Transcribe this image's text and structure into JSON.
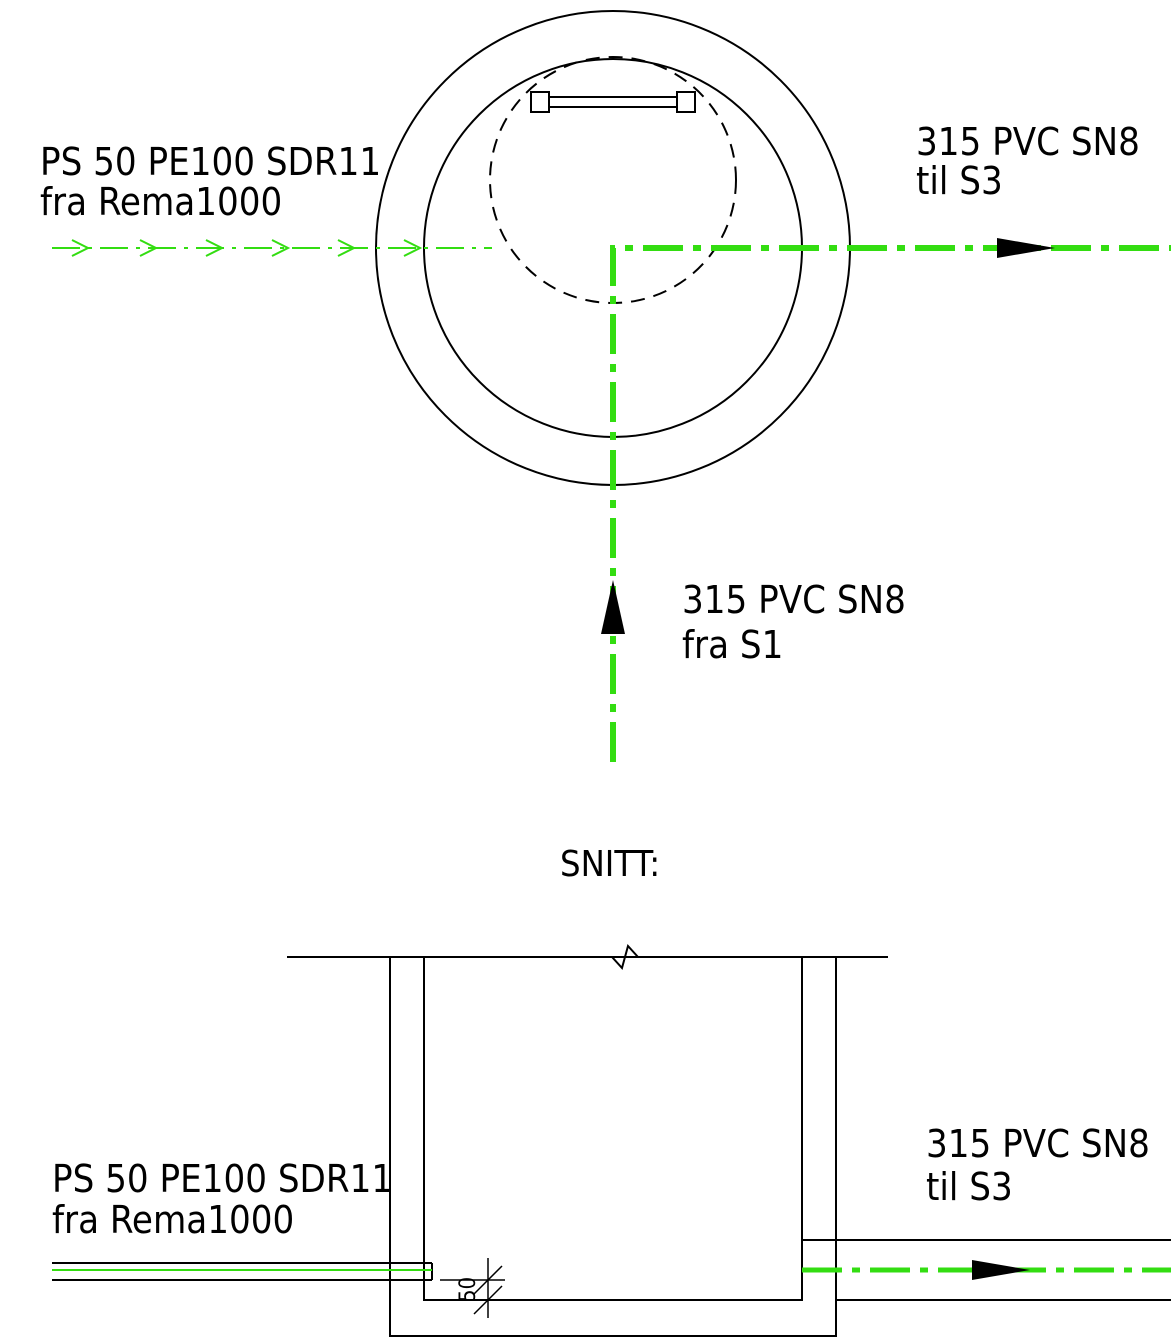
{
  "plan": {
    "inlet_left": {
      "line1": "PS 50 PE100 SDR11",
      "line2": "fra Rema1000"
    },
    "outlet_right": {
      "line1": "315 PVC SN8",
      "line2": "til S3"
    },
    "inlet_bottom": {
      "line1": "315 PVC SN8",
      "line2": "fra S1"
    }
  },
  "section": {
    "title": "SNITT:",
    "inlet_left": {
      "line1": "PS 50 PE100 SDR11",
      "line2": "fra Rema1000"
    },
    "outlet_right": {
      "line1": "315 PVC SN8",
      "line2": "til S3"
    },
    "dimension_value": "50"
  },
  "colors": {
    "pipe_green": "#33dd11",
    "line": "#000000",
    "background": "#ffffff"
  }
}
